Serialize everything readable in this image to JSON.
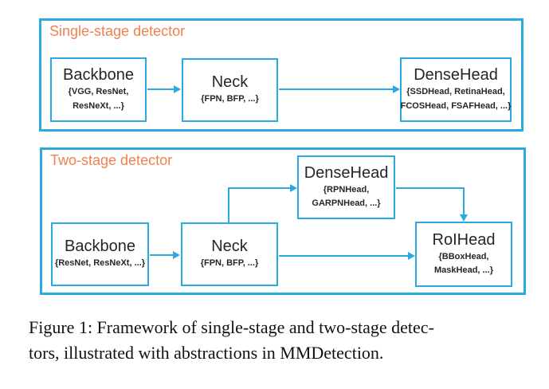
{
  "colors": {
    "line_blue": "#29ABE2",
    "title_orange": "#F0814F",
    "text_dark": "#262626",
    "caption_black": "#111111"
  },
  "panels": [
    {
      "title": "Single-stage detector",
      "nodes": [
        {
          "name": "Backbone",
          "sub": [
            "{VGG, ResNet,",
            "ResNeXt, ...}"
          ]
        },
        {
          "name": "Neck",
          "sub": [
            "{FPN, BFP, ...}"
          ]
        },
        {
          "name": "DenseHead",
          "sub": [
            "{SSDHead, RetinaHead,",
            "FCOSHead, FSAFHead, ...}"
          ]
        }
      ]
    },
    {
      "title": "Two-stage detector",
      "nodes": [
        {
          "name": "Backbone",
          "sub": [
            "{ResNet, ResNeXt, ...}"
          ]
        },
        {
          "name": "Neck",
          "sub": [
            "{FPN, BFP, ...}"
          ]
        },
        {
          "name": "DenseHead",
          "sub": [
            "{RPNHead,",
            "GARPNHead, ...}"
          ]
        },
        {
          "name": "RoIHead",
          "sub": [
            "{BBoxHead,",
            "MaskHead, ...}"
          ]
        }
      ]
    }
  ],
  "caption": {
    "lines": [
      "Figure 1: Framework of single-stage and two-stage detec-",
      "tors, illustrated with abstractions in MMDetection."
    ]
  }
}
